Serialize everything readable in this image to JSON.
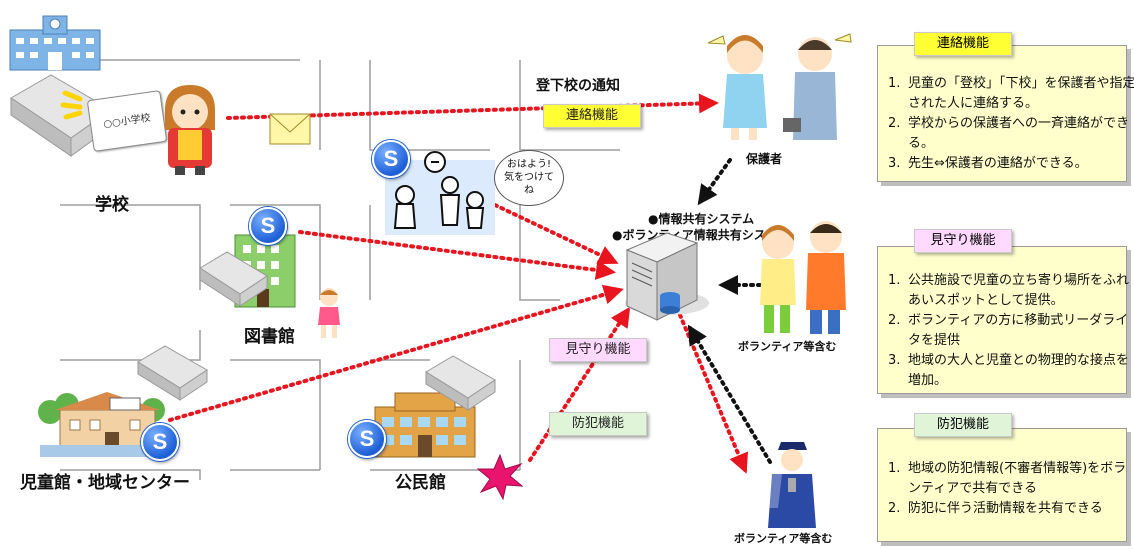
{
  "places": {
    "school": "学校",
    "library": "図書館",
    "childrens_hall": "児童館・地域センター",
    "community_hall": "公民館"
  },
  "school_card": "○○小学校",
  "school_notice": "登下校の通知",
  "tags": {
    "contact": "連絡機能",
    "watch": "見守り機能",
    "crime": "防犯機能"
  },
  "speech_bubble": "おはよう!\n気をつけて\nね",
  "system_labels": [
    "●情報共有システム",
    "●ボランティア情報共有システム"
  ],
  "people": {
    "guardians": "保護者",
    "volunteers": "ボランティア等含む",
    "volunteers2": "ボランティア等含む"
  },
  "badge_letter": "S",
  "panels": [
    {
      "title": "連絡機能",
      "title_color": "#ffff33",
      "items": [
        "児童の「登校」「下校」を保護者や指定された人に連絡する。",
        "学校からの保護者への一斉連絡ができる。",
        "先生⇔保護者の連絡ができる。"
      ]
    },
    {
      "title": "見守り機能",
      "title_color": "#ffd9ff",
      "items": [
        "公共施設で児童の立ち寄り場所をふれあいスポットとして提供。",
        "ボランティアの方に移動式リーダライタを提供",
        "地域の大人と児童との物理的な接点を増加。"
      ]
    },
    {
      "title": "防犯機能",
      "title_color": "#e0f5d8",
      "items": [
        "地域の防犯情報(不審者情報等)をボランティアで共有できる",
        "防犯に伴う活動情報を共有できる"
      ]
    }
  ],
  "colors": {
    "red_arrow": "#e8141e",
    "black_arrow": "#111111",
    "building_lines": "#9e9e9e",
    "badge_blue": "#1d5fd6"
  }
}
